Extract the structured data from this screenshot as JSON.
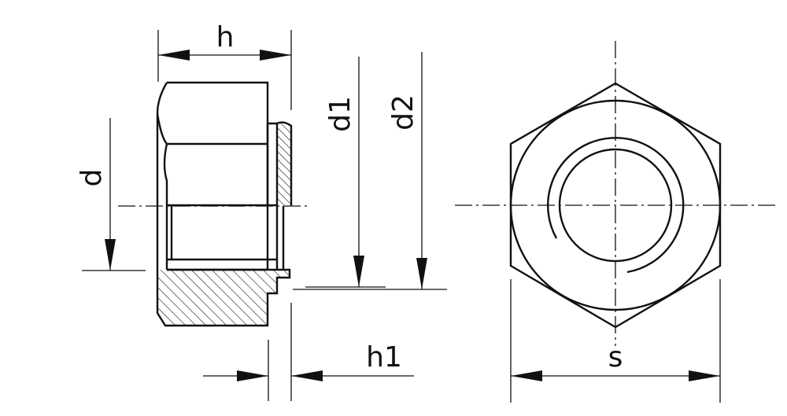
{
  "labels": {
    "h": "h",
    "d1": "d1",
    "d2": "d2",
    "d": "d",
    "h1": "h1",
    "s": "s"
  }
}
